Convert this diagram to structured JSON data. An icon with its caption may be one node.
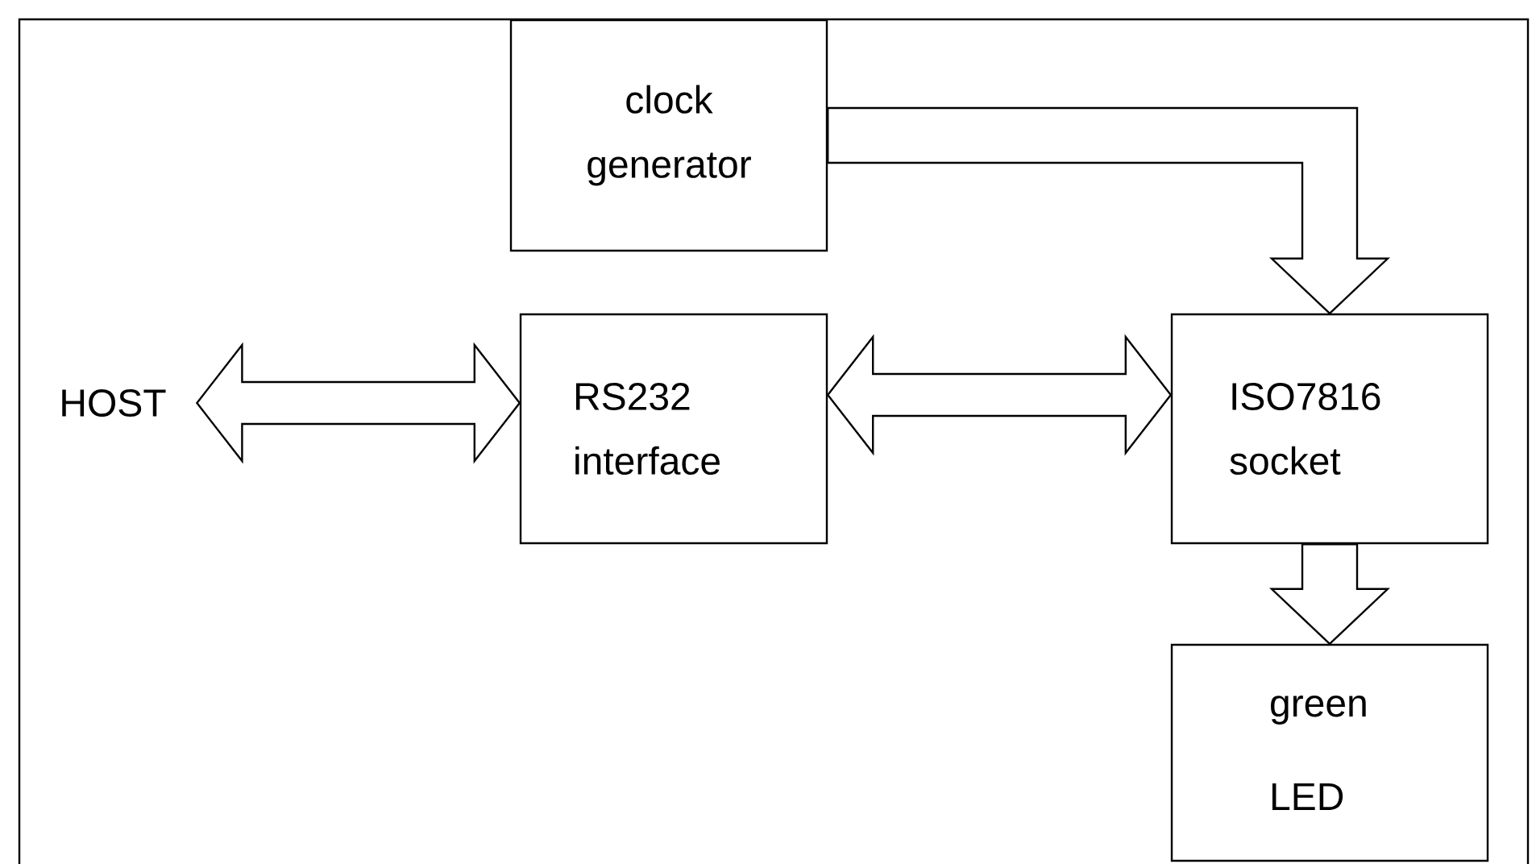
{
  "diagram": {
    "nodes": [
      {
        "text": [
          "clock generator"
        ]
      },
      {
        "text": [
          "HOST"
        ]
      },
      {
        "text": [
          "RS232 interface"
        ]
      },
      {
        "text": [
          "ISO7816 socket"
        ]
      },
      {
        "text": [
          "green LED"
        ]
      }
    ],
    "edges": [
      {
        "from": 1,
        "to": 2,
        "arrow": "both"
      },
      {
        "from": 2,
        "to": 3,
        "arrow": "both"
      },
      {
        "from": 0,
        "to": 3,
        "arrow": "to"
      },
      {
        "from": 3,
        "to": 4,
        "arrow": "to"
      }
    ]
  }
}
